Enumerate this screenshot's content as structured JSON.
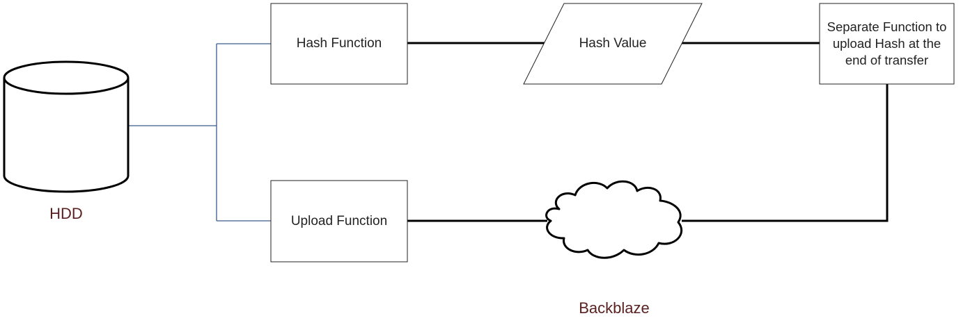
{
  "diagram": {
    "nodes": {
      "hdd": {
        "label": "HDD",
        "shape": "cylinder-icon"
      },
      "hash_function": {
        "label": "Hash Function",
        "shape": "rectangle"
      },
      "hash_value": {
        "label": "Hash Value",
        "shape": "parallelogram"
      },
      "separate_function": {
        "label": "Separate Function to upload Hash at the end of transfer",
        "shape": "rectangle"
      },
      "upload_function": {
        "label": "Upload Function",
        "shape": "rectangle"
      },
      "backblaze": {
        "label": "Backblaze",
        "shape": "cloud-icon"
      }
    },
    "edges": [
      {
        "from": "HDD",
        "to": "Hash Function"
      },
      {
        "from": "HDD",
        "to": "Upload Function"
      },
      {
        "from": "Hash Function",
        "to": "Hash Value"
      },
      {
        "from": "Hash Value",
        "to": "Separate Function to upload Hash at the end of transfer"
      },
      {
        "from": "Separate Function to upload Hash at the end of transfer",
        "to": "Backblaze"
      },
      {
        "from": "Upload Function",
        "to": "Backblaze"
      }
    ],
    "colors": {
      "branch_connector": "#3b5b8c",
      "connector": "#000000",
      "node_label_accent": "#5a1f1f",
      "box_border": "#222222"
    }
  }
}
